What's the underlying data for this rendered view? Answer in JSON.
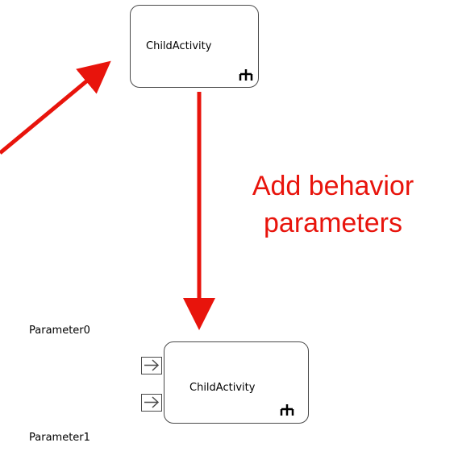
{
  "top_node": {
    "label": "ChildActivity",
    "icon": "call-behavior-rake-icon"
  },
  "bottom_node": {
    "label": "ChildActivity",
    "icon": "call-behavior-rake-icon",
    "pins": [
      {
        "label": "Parameter0",
        "icon": "input-arrow-icon"
      },
      {
        "label": "Parameter1",
        "icon": "input-arrow-icon"
      }
    ]
  },
  "caption": {
    "line1": "Add behavior",
    "line2": "parameters"
  },
  "colors": {
    "arrow": "#e8140c",
    "caption": "#e8140c",
    "node_border": "#4a4a4a"
  }
}
